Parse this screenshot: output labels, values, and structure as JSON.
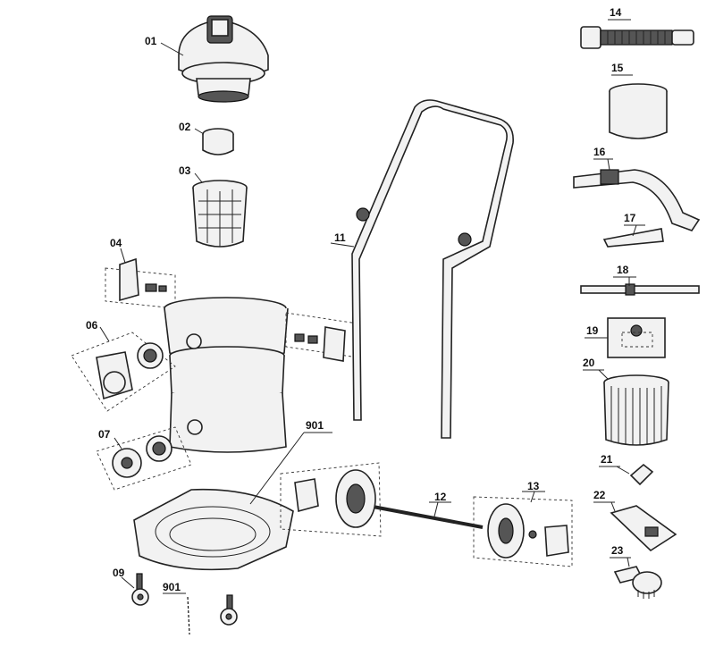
{
  "labels": {
    "p01": "01",
    "p02": "02",
    "p03": "03",
    "p04": "04",
    "p06": "06",
    "p07": "07",
    "p09": "09",
    "p901a": "901",
    "p901b": "901",
    "p11": "11",
    "p12": "12",
    "p13": "13",
    "p14": "14",
    "p15": "15",
    "p16": "16",
    "p17": "17",
    "p18": "18",
    "p19": "19",
    "p20": "20",
    "p21": "21",
    "p22": "22",
    "p23": "23"
  },
  "icons": {
    "motor_head": "motor-head-icon",
    "filter_cap": "filter-cap-icon",
    "filter_basket": "filter-basket-icon",
    "hose": "hose-icon",
    "wheel": "wheel-icon",
    "handle": "handle-icon"
  }
}
